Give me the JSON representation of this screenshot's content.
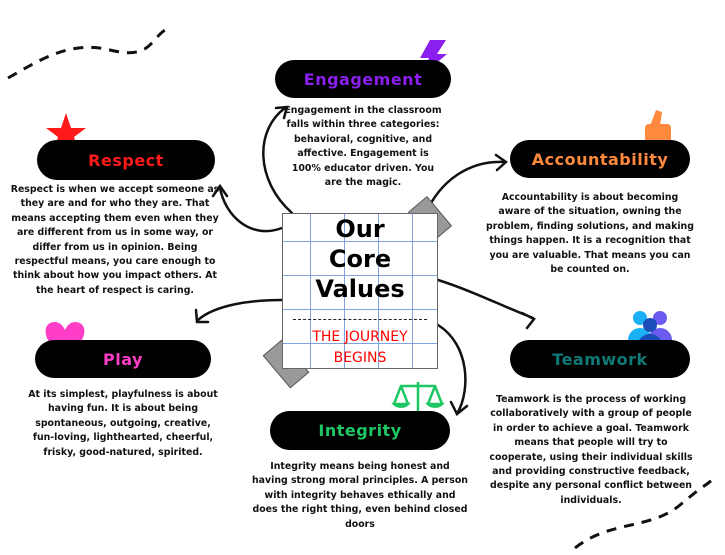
{
  "center": {
    "title_lines": [
      "Our",
      "Core",
      "Values"
    ],
    "subtitle_lines": [
      "THE JOURNEY",
      "BEGINS"
    ]
  },
  "values": {
    "engagement": {
      "label": "Engagement",
      "color": "#8a1ff0",
      "icon": "lightning-icon",
      "desc": "Engagement in the classroom falls within three categories: behavioral, cognitive, and affective. Engagement is 100% educator driven. You are the magic."
    },
    "respect": {
      "label": "Respect",
      "color": "#ff1a1a",
      "icon": "star-icon",
      "desc": "Respect is when we accept someone as they are and for who they are. That means accepting them even when they are different from us in some way, or differ from us in opinion. Being respectful means, you care enough to think about how you impact others. At the heart of respect is caring."
    },
    "accountability": {
      "label": "Accountability",
      "color": "#ff8a3d",
      "icon": "thumbs-up-icon",
      "desc": "Accountability is about becoming aware of the situation, owning the problem, finding solutions, and making things happen. It is a recognition that you are valuable. That means you can be counted on."
    },
    "play": {
      "label": "Play",
      "color": "#ff3ec8",
      "icon": "heart-icon",
      "desc": "At its simplest, playfulness is about having fun. It is about being spontaneous, outgoing, creative, fun-loving, lighthearted, cheerful, frisky, good-natured, spirited."
    },
    "teamwork": {
      "label": "Teamwork",
      "color": "#0d7a77",
      "icon": "people-icon",
      "desc": "Teamwork is the process of working collaboratively with a group of people in order to achieve a goal. Teamwork means that people will try to cooperate, using their individual skills and providing constructive feedback, despite any personal conflict between individuals."
    },
    "integrity": {
      "label": "Integrity",
      "color": "#1ec764",
      "icon": "scales-icon",
      "desc": "Integrity means being honest and having strong moral principles. A person with integrity behaves ethically and does the right thing, even behind closed doors"
    }
  }
}
